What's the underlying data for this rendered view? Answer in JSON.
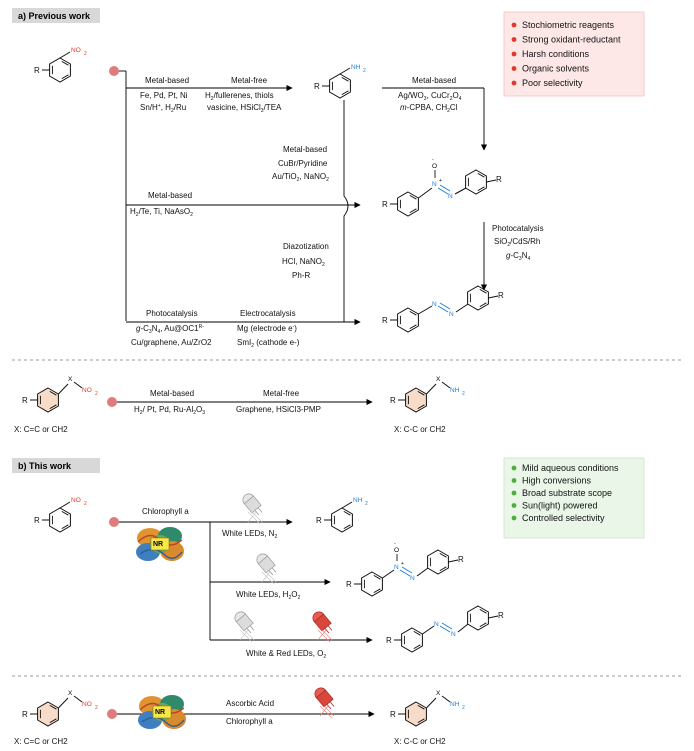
{
  "sections": {
    "a": "a) Previous work",
    "b": "b) This work"
  },
  "prev_issues": [
    "Stochiometric reagents",
    "Strong oxidant-reductant",
    "Harsh conditions",
    "Organic solvents",
    "Poor selectivity"
  ],
  "this_benefits": [
    "Mild aqueous conditions",
    "High conversions",
    "Broad substrate scope",
    "Sun(light) powered",
    "Controlled selectivity"
  ],
  "groups": {
    "r": "R",
    "no2": "NO",
    "no2_sub": "2",
    "nh2": "NH",
    "nh2_sub": "2",
    "n": "N",
    "o": "O",
    "x": "X",
    "nr": "NR"
  },
  "prev": {
    "r1_left_title": "Metal-based",
    "r1_left_l1": "Fe, Pd, Pt, Ni",
    "r1_left_l2a": "Sn/H",
    "r1_left_l2b": "+",
    "r1_left_l2c": ", H",
    "r1_left_l2d": "2",
    "r1_left_l2e": "/Ru",
    "r1_right_title": "Metal-free",
    "r1_right_l1a": "H",
    "r1_right_l1b": "2",
    "r1_right_l1c": "/fullerenes, thiols",
    "r1_right_l2a": "vasicine, HSiCl",
    "r1_right_l2b": "3",
    "r1_right_l2c": "/TEA",
    "ox_title": "Metal-based",
    "ox_l1a": "Ag/WO",
    "ox_l1b": "3",
    "ox_l1c": ", CuCr",
    "ox_l1d": "2",
    "ox_l1e": "O",
    "ox_l1f": "4",
    "ox_l2a": "m",
    "ox_l2b": "-CPBA, CH",
    "ox_l2c": "2",
    "ox_l2d": "Cl",
    "mid_title": "Metal-based",
    "mid_l1": "CuBr/Pyridine",
    "mid_l2a": "Au/TiO",
    "mid_l2b": "2",
    "mid_l2c": ", NaNO",
    "mid_l2d": "2",
    "r2_title": "Metal-based",
    "r2_l1a": "H",
    "r2_l1b": "2",
    "r2_l1c": "/Te, Ti, NaAsO",
    "r2_l1d": "2",
    "diazo_title": "Diazotization",
    "diazo_l1a": "HCl, NaNO",
    "diazo_l1b": "2",
    "diazo_l2": "Ph-R",
    "pc_right_title": "Photocatalysis",
    "pc_right_l1a": "SiO",
    "pc_right_l1b": "2",
    "pc_right_l1c": "/CdS/Rh",
    "pc_right_l2a": "g",
    "pc_right_l2b": "-C",
    "pc_right_l2c": "3",
    "pc_right_l2d": "N",
    "pc_right_l2e": "4",
    "pc_bot_title": "Photocatalysis",
    "pc_bot_l1a": "g",
    "pc_bot_l1b": "-C",
    "pc_bot_l1c": "3",
    "pc_bot_l1d": "N",
    "pc_bot_l1e": "4",
    "pc_bot_l1f": ", Au@OC1",
    "pc_bot_l1g": "R-",
    "pc_bot_l2": "Cu/graphene, Au/ZrO2",
    "ec_title": "Electrocatalysis",
    "ec_l1a": "Mg (electrode e",
    "ec_l1b": "-",
    "ec_l1c": ")",
    "ec_l2a": "SmI",
    "ec_l2b": "2",
    "ec_l2c": " (cathode e-)",
    "alk_left_title": "Metal-based",
    "alk_left_l1a": "H",
    "alk_left_l1b": "2",
    "alk_left_l1c": "/ Pt, Pd, Ru-Al",
    "alk_left_l1d": "2",
    "alk_left_l1e": "O",
    "alk_left_l1f": "3",
    "alk_right_title": "Metal-free",
    "alk_right_l1": "Graphene, HSiCl3-PMP",
    "x_left": "X: C=C or CH2",
    "x_right": "X: C-C or CH2"
  },
  "this": {
    "catalyst": "Chlorophyll a",
    "c1a": "White LEDs, N",
    "c1b": "2",
    "c2a": "White LEDs, H",
    "c2b": "2",
    "c2c": "O",
    "c2d": "2",
    "c3a": "White & Red LEDs, O",
    "c3b": "2",
    "alk_l1": "Ascorbic Acid",
    "alk_l2": "Chlorophyll a",
    "x_left": "X: C=C or CH2",
    "x_right": "X: C-C or CH2"
  },
  "colors": {
    "red": "#e0392b",
    "blue": "#1e7fd6",
    "issues_bg": "#fde7e7",
    "benefits_bg": "#e9f6e8",
    "ring_fill": "#f6dcc9",
    "dot": "#e07b7b",
    "green_dot": "#4caf3c"
  },
  "icons": [
    "led-white-icon",
    "led-red-icon",
    "nanoreactor-protein-icon",
    "bullet-dot-icon"
  ]
}
